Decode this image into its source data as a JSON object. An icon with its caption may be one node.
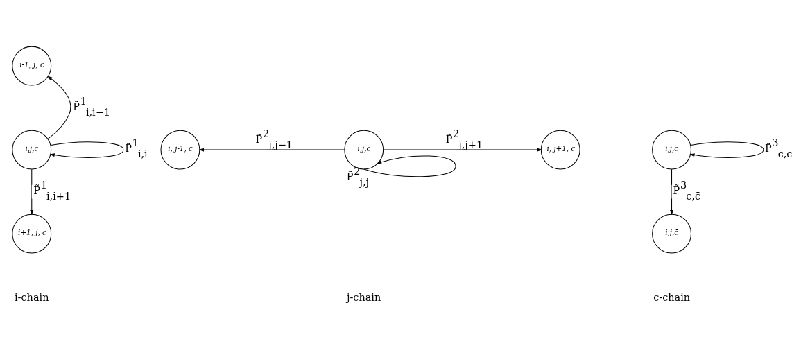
{
  "diagram": {
    "nodes": [
      {
        "text": [
          "i-1, j, c"
        ]
      },
      {
        "text": [
          "i,j,c"
        ]
      },
      {
        "text": [
          "i+1, j, c"
        ]
      },
      {
        "text": [
          "i, j-1, c"
        ]
      },
      {
        "text": [
          "i,j,c"
        ]
      },
      {
        "text": [
          "i, j+1, c"
        ]
      },
      {
        "text": [
          "i,j,c"
        ]
      },
      {
        "text": [
          "i,j,c̄"
        ]
      }
    ],
    "edges": [
      {
        "from": 1,
        "to": 0,
        "arrow": "to",
        "label": "P̃$^{1}$$_{i,i−1}$"
      },
      {
        "from": 1,
        "to": 1,
        "arrow": "to",
        "label": "P̃$^{1}$$_{i,i}$"
      },
      {
        "from": 1,
        "to": 2,
        "arrow": "to",
        "label": "P̃$^{1}$$_{i,i+1}$"
      },
      {
        "from": 4,
        "to": 3,
        "arrow": "to",
        "label": "P̃$^{2}$$_{j,j−1}$"
      },
      {
        "from": 4,
        "to": 5,
        "arrow": "to",
        "label": "P̃$^{2}$$_{j,j+1}$"
      },
      {
        "from": 4,
        "to": 4,
        "arrow": "to",
        "label": "P̃$^{2}$$_{j,j}$"
      },
      {
        "from": 6,
        "to": 7,
        "arrow": "to",
        "label": "P̃$^{3}$$_{c,c̄}$"
      },
      {
        "from": 6,
        "to": 6,
        "arrow": "to",
        "label": "P̃$^{3}$$_{c,c}$"
      }
    ],
    "labels": [
      "i-chain",
      "j-chain",
      "c-chain"
    ]
  }
}
